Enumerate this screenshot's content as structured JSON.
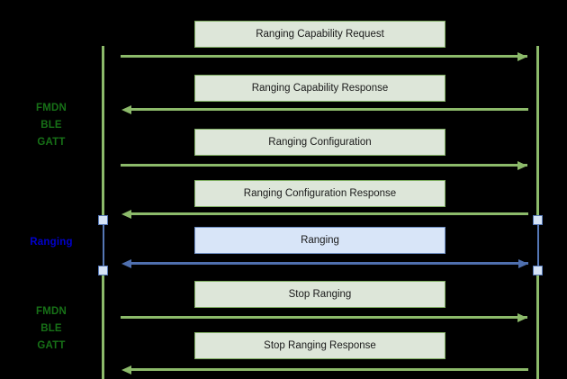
{
  "diagram": {
    "type": "sequence-diagram",
    "background_color": "#000000",
    "colors": {
      "green_line": "#8cba6a",
      "green_box_fill": "#dde6d9",
      "green_box_border": "#7fae62",
      "green_label_text": "#177117",
      "blue_line": "#4f6fae",
      "blue_box_fill": "#d8e5f8",
      "blue_box_border": "#6f8fc4",
      "blue_label_text": "#0000cc",
      "activation_fill": "#d6e4f7",
      "message_text": "#1a1a1a"
    },
    "phase_labels": [
      {
        "text": "FMDN\nBLE\nGATT",
        "color_key": "green"
      },
      {
        "text": "Ranging",
        "color_key": "blue"
      },
      {
        "text": "FMDN\nBLE\nGATT",
        "color_key": "green"
      }
    ],
    "messages": [
      {
        "label": "Ranging Capability Request",
        "direction": "right",
        "style": "green"
      },
      {
        "label": "Ranging Capability Response",
        "direction": "left",
        "style": "green"
      },
      {
        "label": "Ranging Configuration",
        "direction": "right",
        "style": "green"
      },
      {
        "label": "Ranging Configuration Response",
        "direction": "left",
        "style": "green"
      },
      {
        "label": "Ranging",
        "direction": "left",
        "style": "blue"
      },
      {
        "label": "Stop Ranging",
        "direction": "right",
        "style": "green"
      },
      {
        "label": "Stop Ranging Response",
        "direction": "left",
        "style": "green"
      }
    ]
  }
}
